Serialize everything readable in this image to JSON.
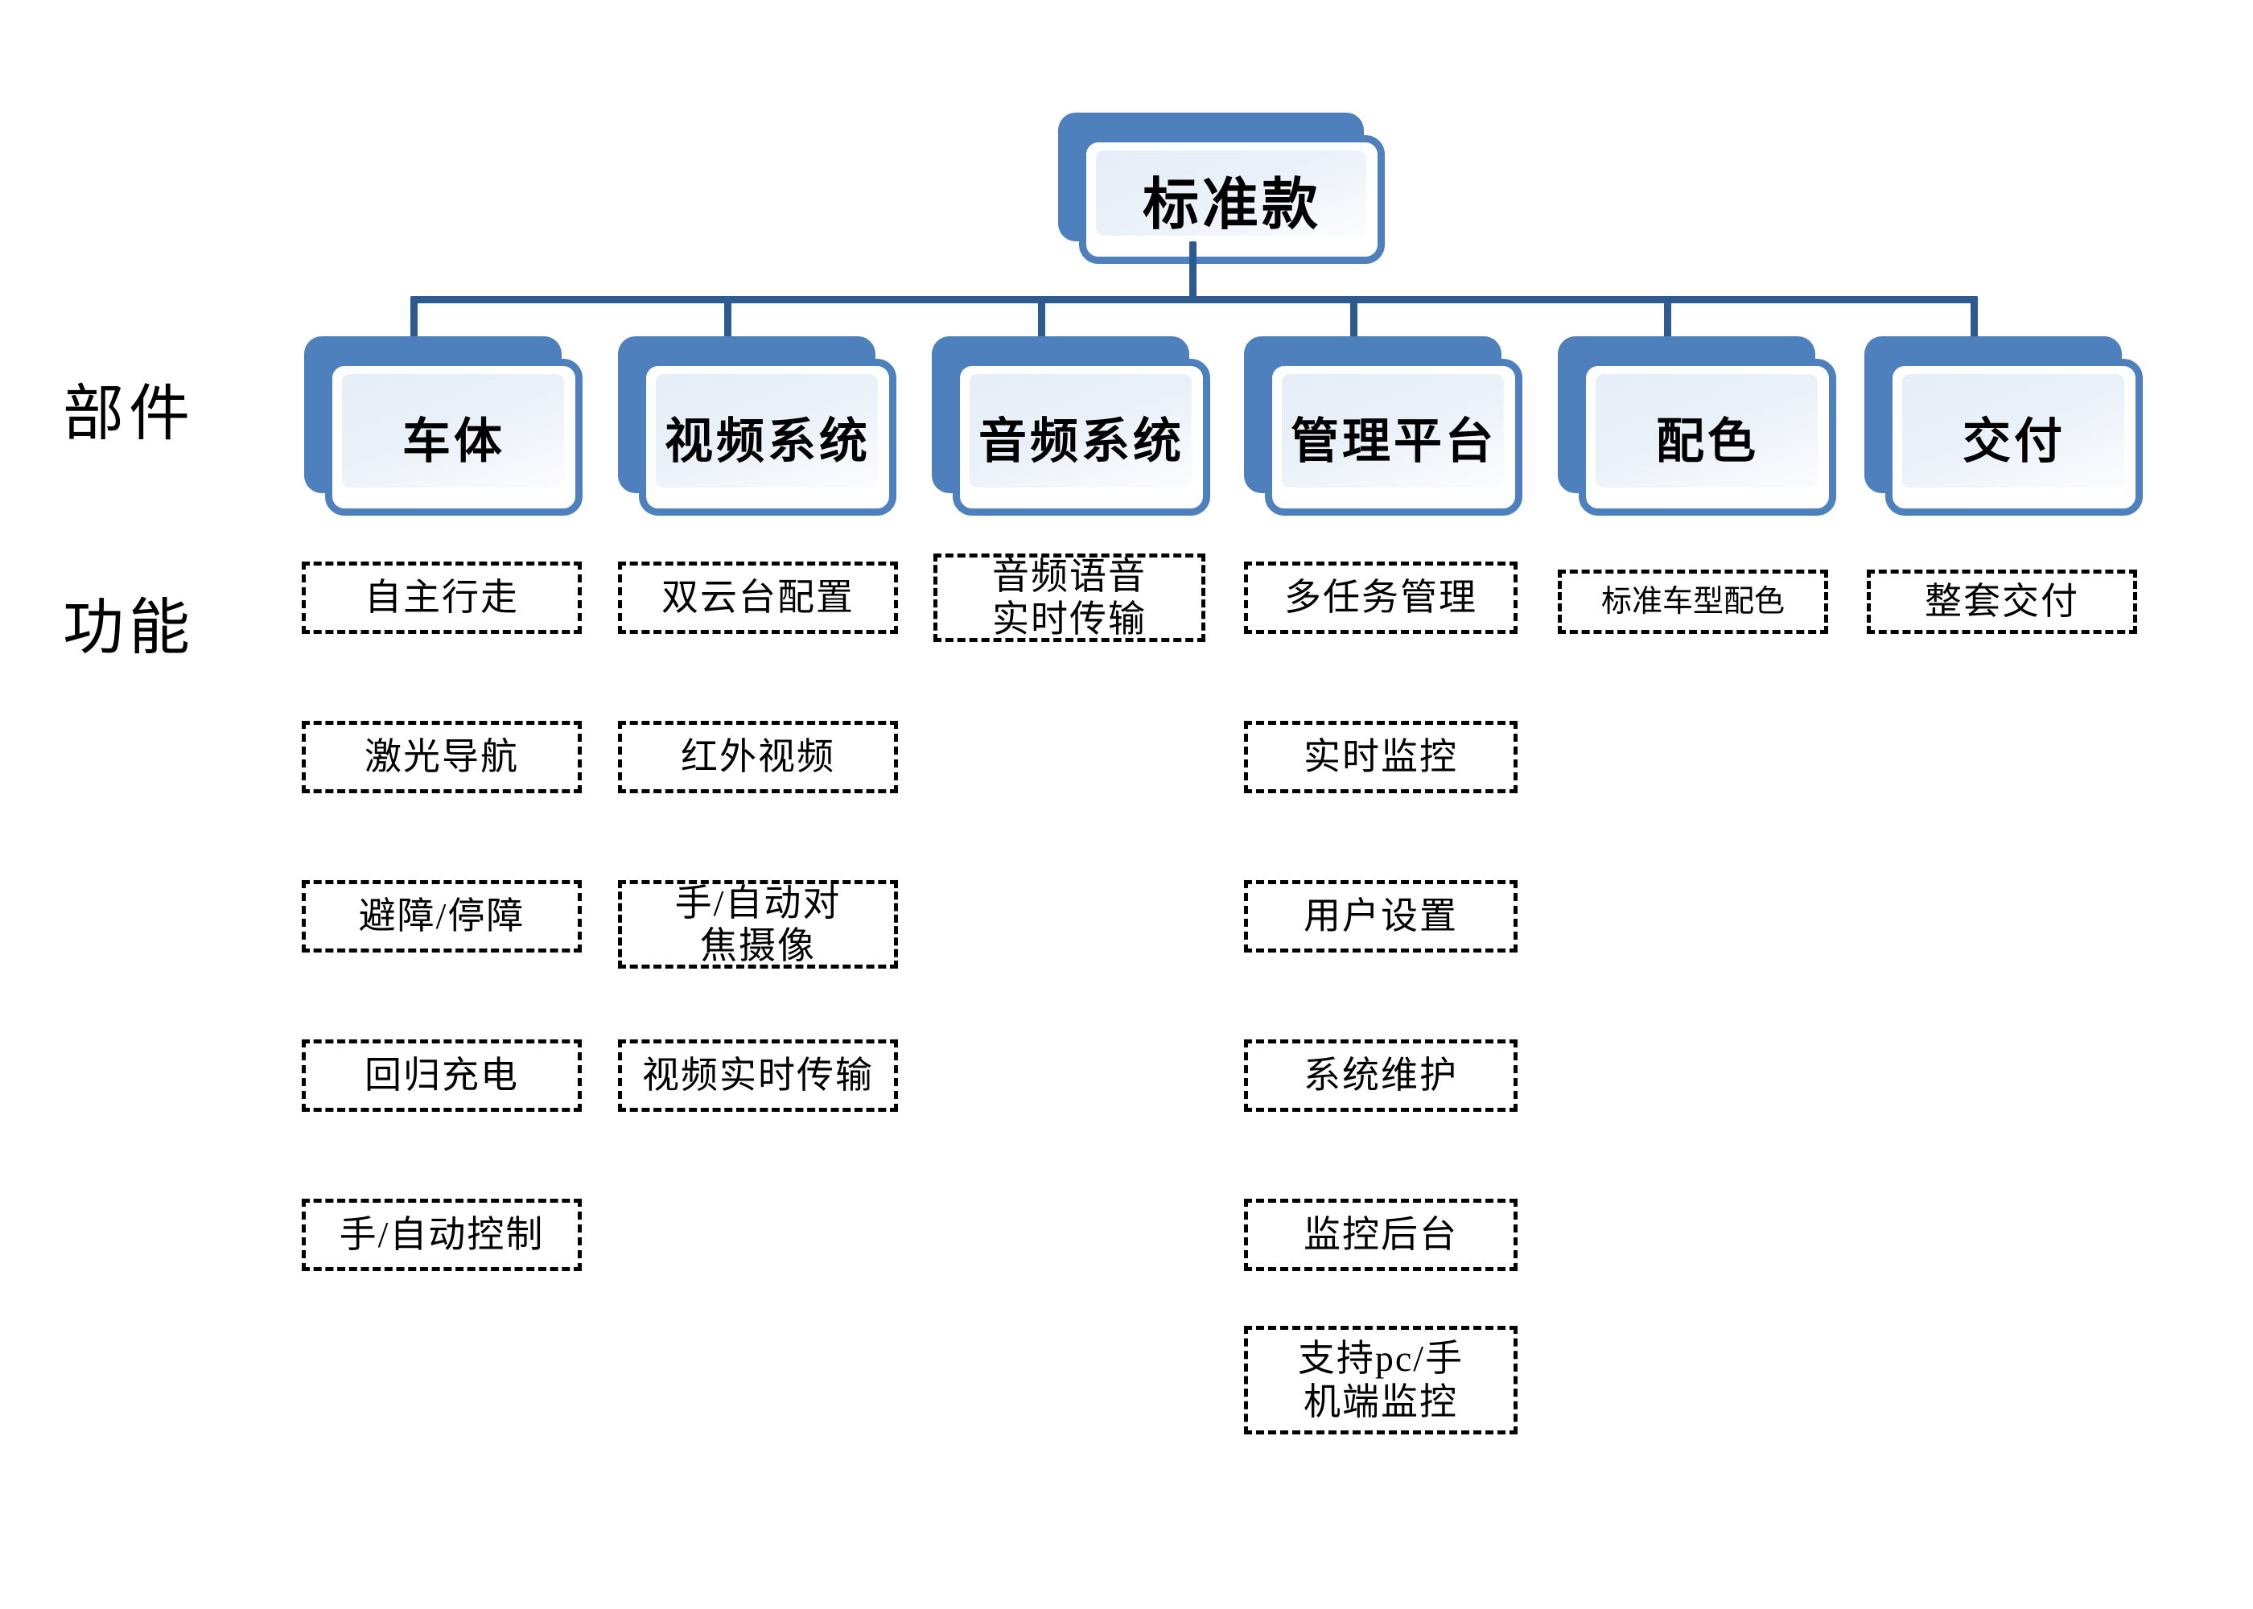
{
  "diagram": {
    "root": {
      "label": "标准款"
    },
    "row_labels": {
      "parts": "部件",
      "functions": "功能"
    },
    "colors": {
      "node_fill": "#4E80BD",
      "node_border": "#4E80BD",
      "node_inner": "#E8EEF7",
      "connector": "#2E5B8E",
      "box_border": "#000000",
      "text": "#000000",
      "background": "#FFFFFF"
    },
    "components": [
      {
        "label": "车体"
      },
      {
        "label": "视频系统"
      },
      {
        "label": "音频系统"
      },
      {
        "label": "管理平台"
      },
      {
        "label": "配色"
      },
      {
        "label": "交付"
      }
    ],
    "functions": [
      {
        "component": "车体",
        "items": [
          "自主行走",
          "激光导航",
          "避障/停障",
          "回归充电",
          "手/自动控制"
        ]
      },
      {
        "component": "视频系统",
        "items": [
          "双云台配置",
          "红外视频",
          "手/自动对\n焦摄像",
          "视频实时传输"
        ]
      },
      {
        "component": "音频系统",
        "items": [
          "音频语音\n实时传输"
        ]
      },
      {
        "component": "管理平台",
        "items": [
          "多任务管理",
          "实时监控",
          "用户设置",
          "系统维护",
          "监控后台",
          "支持pc/手\n机端监控"
        ]
      },
      {
        "component": "配色",
        "items": [
          "标准车型配色"
        ]
      },
      {
        "component": "交付",
        "items": [
          "整套交付"
        ]
      }
    ]
  }
}
